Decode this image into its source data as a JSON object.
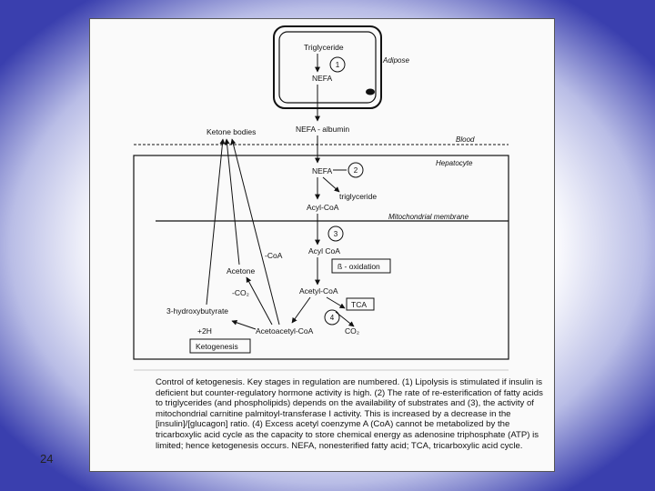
{
  "slide": {
    "number": "24"
  },
  "diagram": {
    "compartments": {
      "adipose": "Adipose",
      "blood": "Blood",
      "hepatocyte": "Hepatocyte",
      "mitochondrial_membrane": "Mitochondrial membrane"
    },
    "nodes": {
      "triglyceride_adipose": "Triglyceride",
      "nefa_adipose": "NEFA",
      "nefa_albumin": "NEFA - albumin",
      "ketone_bodies": "Ketone bodies",
      "nefa_hepatocyte": "NEFA",
      "triglyceride_liver": "triglyceride",
      "acyl_coa": "Acyl-CoA",
      "acyl_coa_mito": "Acyl CoA",
      "beta_oxidation": "ß - oxidation",
      "acetyl_coa": "Acetyl-CoA",
      "tca": "TCA",
      "co2_tca": "CO₂",
      "acetoacetyl_coa": "Acetoacetyl-CoA",
      "coa_minus": "-CoA",
      "acetone": "Acetone",
      "co2_minus": "-CO₂",
      "hydroxybutyrate": "3-hydroxybutyrate",
      "plus_2h": "+2H",
      "ketogenesis": "Ketogenesis"
    },
    "steps": [
      "1",
      "2",
      "3",
      "4"
    ]
  },
  "caption": "Control of ketogenesis. Key stages in regulation are numbered. (1) Lipolysis is stimulated if insulin is deficient but counter-regulatory hormone activity is high. (2) The rate of re-esterification of fatty acids to triglycerides (and phospholipids) depends on the availability of substrates and (3), the activity of mitochondrial carnitine palmitoyl-transferase I activity. This is increased by a decrease in the [insulin]/[glucagon] ratio. (4) Excess acetyl coenzyme A (CoA) cannot be metabolized by the tricarboxylic acid cycle as the capacity to store chemical energy as adenosine triphosphate (ATP) is limited; hence ketogenesis occurs. NEFA, nonesterified fatty acid; TCA, tricarboxylic acid cycle."
}
